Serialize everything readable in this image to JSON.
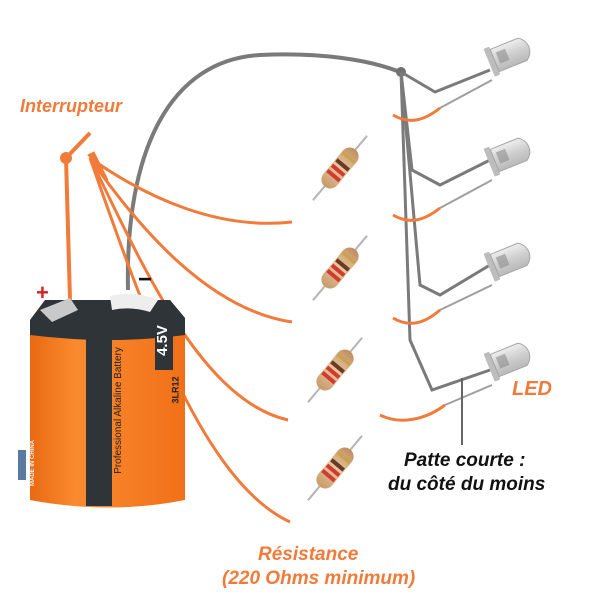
{
  "labels": {
    "switch": "Interrupteur",
    "plus": "+",
    "minus": "−",
    "led": "LED",
    "short_leg_line1": "Patte courte :",
    "short_leg_line2": "du côté du moins",
    "resistor_line1": "Résistance",
    "resistor_line2": "(220 Ohms minimum)"
  },
  "battery": {
    "voltage": "4.5V",
    "model": "3LR12",
    "brand_text": "Professional Alkaline Battery",
    "origin": "MADE IN CHINA"
  },
  "colors": {
    "wire_orange": "#f07b3a",
    "wire_gray": "#7a7a7a",
    "battery_orange": "#f47a20",
    "battery_dark": "#2f3439",
    "plus_red": "#d62020"
  }
}
